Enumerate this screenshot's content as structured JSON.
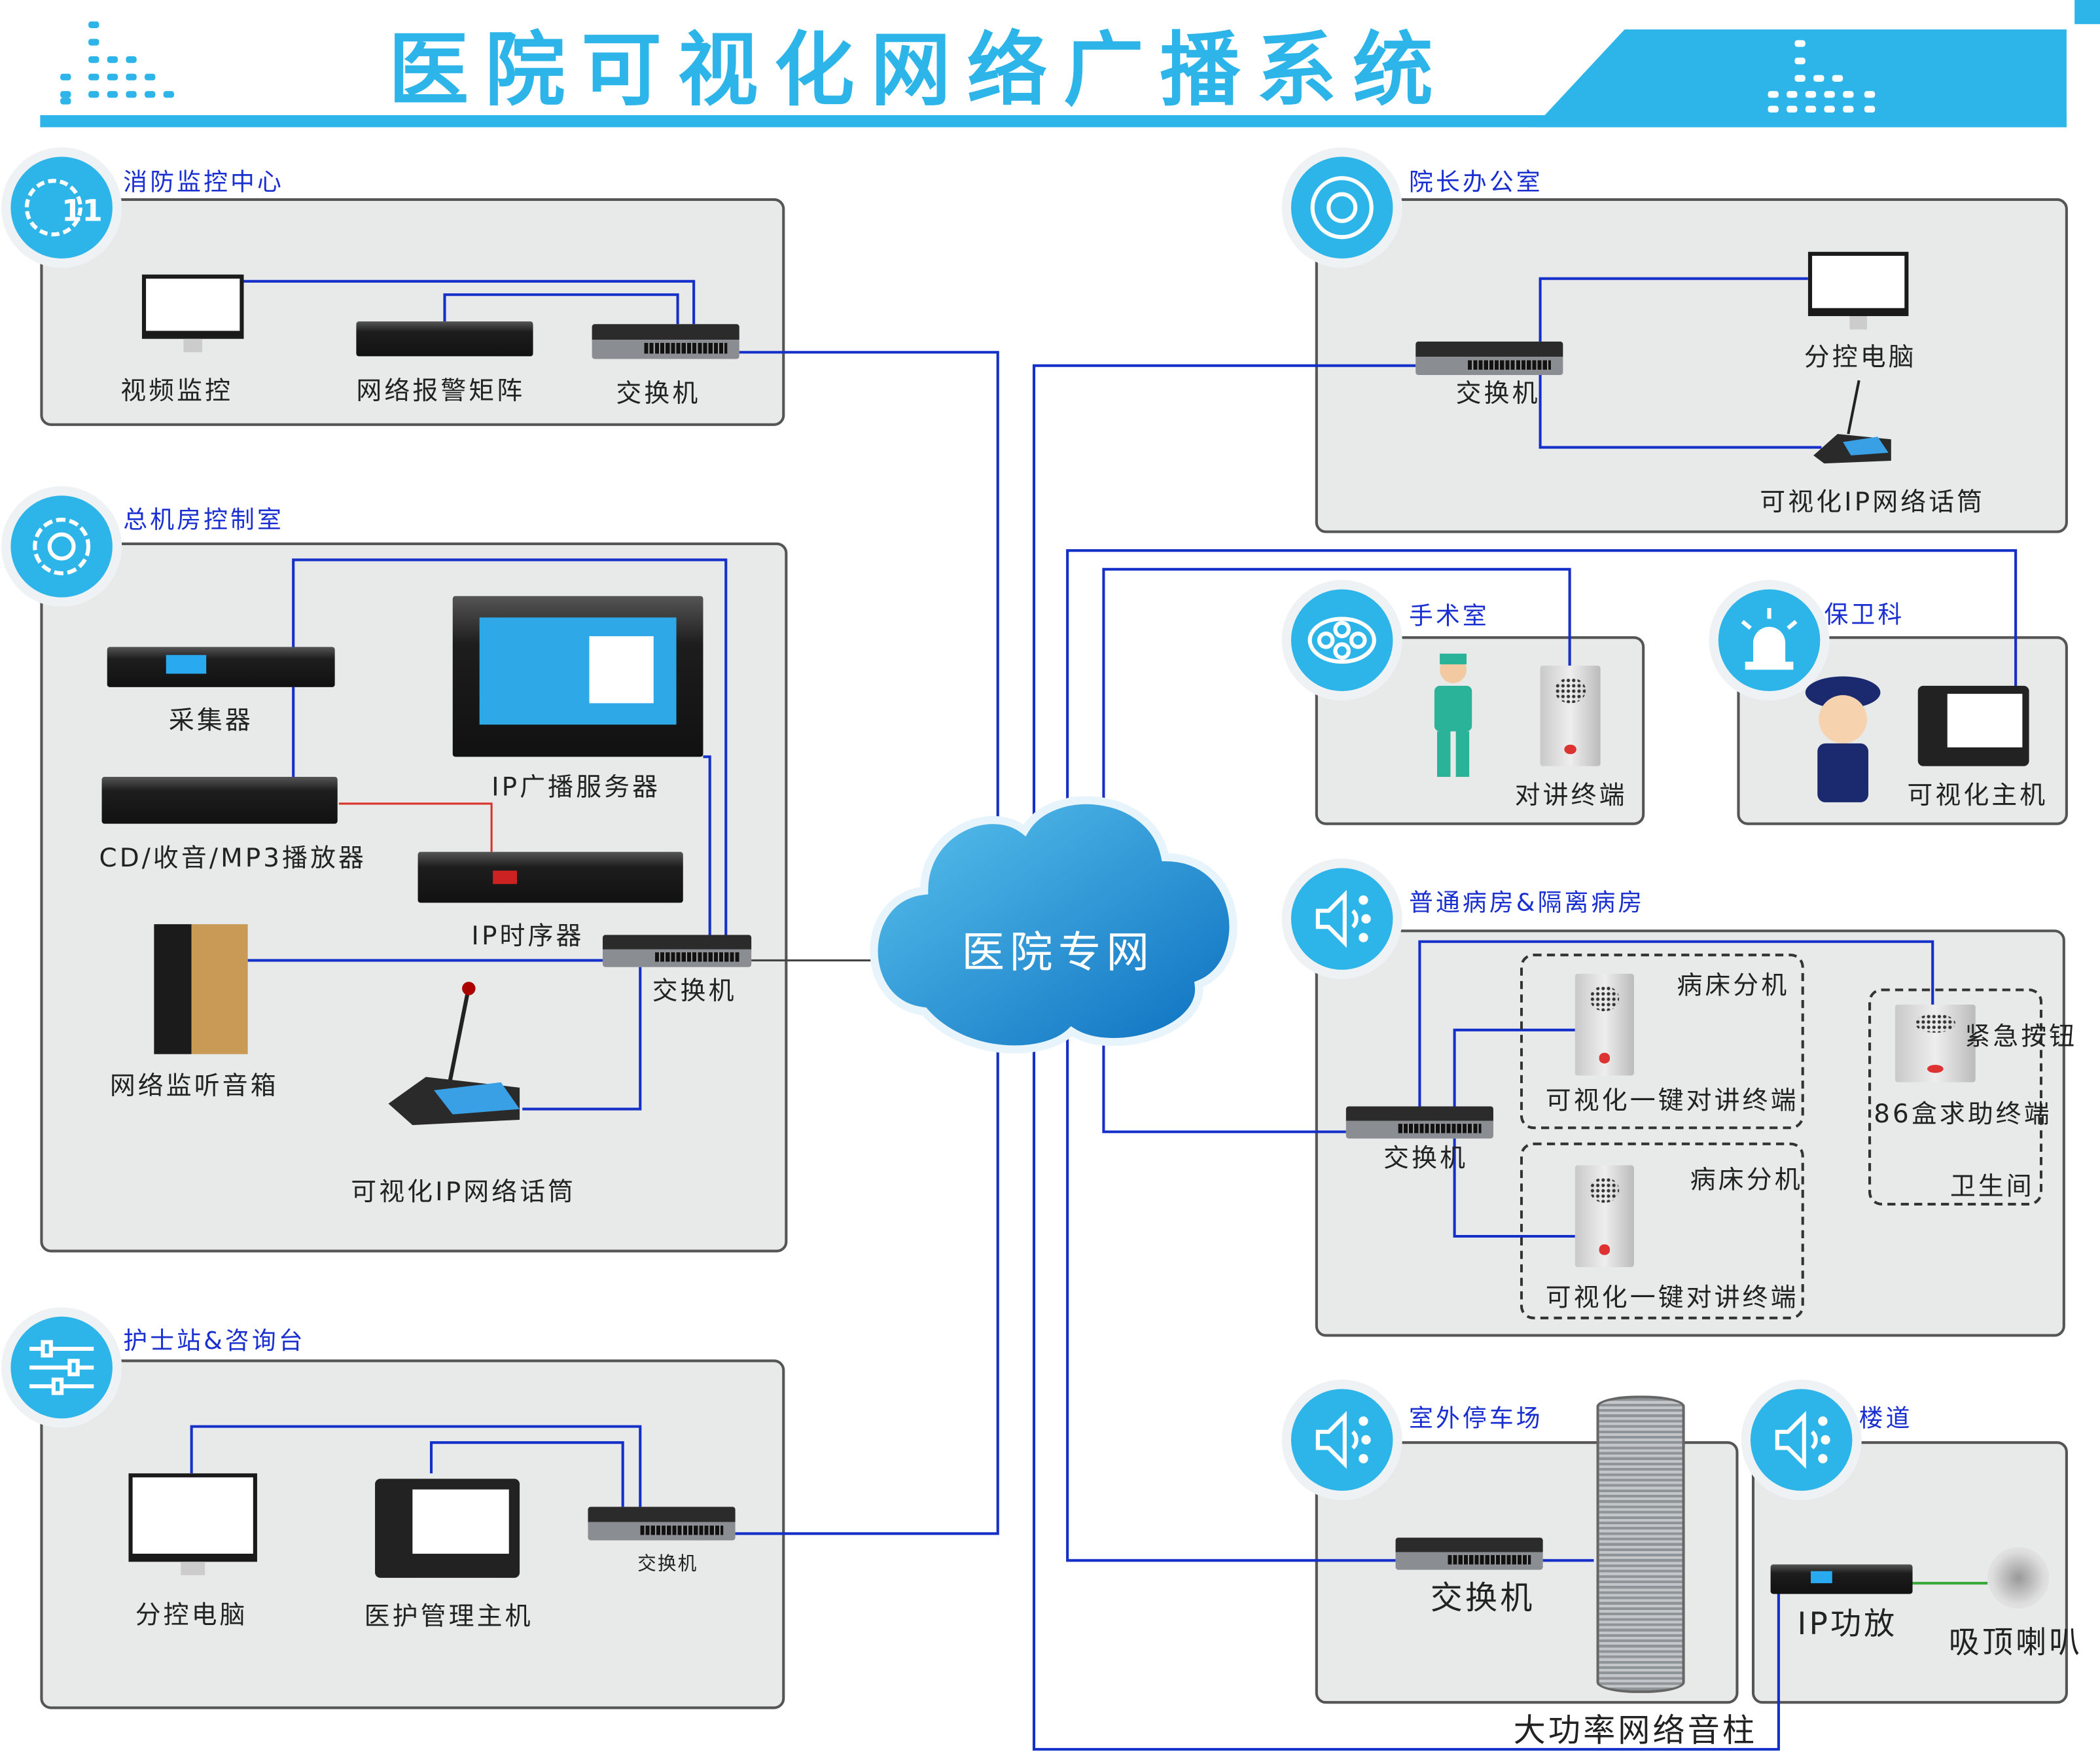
{
  "header": {
    "title": "医院可视化网络广播系统",
    "accent": "#2db5e9"
  },
  "cloud": {
    "label": "医院专网"
  },
  "colors": {
    "line": "#1530c8",
    "accent": "#2db5e9",
    "link_red": "#d9342b",
    "link_green": "#3aa83a"
  },
  "sections": {
    "fire": {
      "title": "消防监控中心",
      "icon": "gear-119-icon",
      "badge": "119",
      "devices": [
        "视频监控",
        "网络报警矩阵",
        "交换机"
      ]
    },
    "room": {
      "title": "总机房控制室",
      "icon": "gear-icon",
      "devices": [
        "采集器",
        "IP广播服务器",
        "CD/收音/MP3播放器",
        "IP时序器",
        "交换机",
        "网络监听音箱",
        "可视化IP网络话筒"
      ]
    },
    "nurse": {
      "title": "护士站&咨询台",
      "icon": "sliders-icon",
      "devices": [
        "分控电脑",
        "医护管理主机",
        "交换机"
      ]
    },
    "dean": {
      "title": "院长办公室",
      "icon": "dial-icon",
      "devices": [
        "交换机",
        "分控电脑",
        "可视化IP网络话筒"
      ]
    },
    "surgery": {
      "title": "手术室",
      "icon": "film-reel-icon",
      "devices": [
        "对讲终端"
      ]
    },
    "security": {
      "title": "保卫科",
      "icon": "siren-icon",
      "devices": [
        "可视化主机"
      ]
    },
    "ward": {
      "title": "普通病房&隔离病房",
      "icon": "speaker-icon",
      "devices": [
        "交换机",
        "病床分机",
        "可视化一键对讲终端",
        "病床分机",
        "可视化一键对讲终端",
        "紧急按钮",
        "86盒求助终端",
        "卫生间"
      ]
    },
    "parking": {
      "title": "室外停车场",
      "icon": "speaker-icon",
      "devices": [
        "交换机",
        "大功率网络音柱"
      ]
    },
    "corridor": {
      "title": "楼道",
      "icon": "speaker-icon",
      "devices": [
        "IP功放",
        "吸顶喇叭"
      ]
    }
  }
}
